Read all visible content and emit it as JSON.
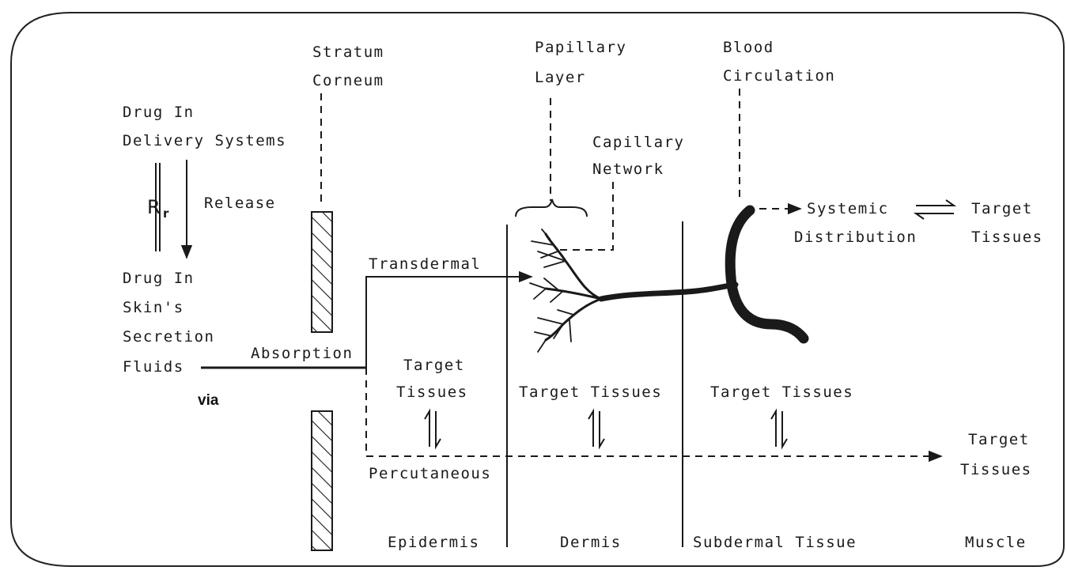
{
  "labels": {
    "stratum_corneum": [
      "Stratum",
      "Corneum"
    ],
    "papillary_layer": [
      "Papillary",
      "Layer"
    ],
    "blood_circulation": [
      "Blood",
      "Circulation"
    ],
    "capillary_network": [
      "Capillary",
      "Network"
    ],
    "drug_in_delivery": [
      "Drug In",
      "Delivery Systems"
    ],
    "rate_symbol": "R",
    "rate_subscript": "r",
    "release": "Release",
    "drug_in_skin": [
      "Drug In",
      "Skin's",
      "Secretion",
      "Fluids"
    ],
    "via": "via",
    "absorption": "Absorption",
    "transdermal": "Transdermal",
    "percutaneous": "Percutaneous",
    "systemic_distribution": [
      "Systemic",
      "Distribution"
    ],
    "target_tissues_systemic": [
      "Target",
      "Tissues"
    ],
    "target_tissues_epidermis": [
      "Target",
      "Tissues"
    ],
    "target_tissues_dermis": "Target Tissues",
    "target_tissues_subdermal": "Target Tissues",
    "target_tissues_muscle": [
      "Target",
      "Tissues"
    ],
    "layers": {
      "epidermis": "Epidermis",
      "dermis": "Dermis",
      "subdermal": "Subdermal Tissue",
      "muscle": "Muscle"
    }
  }
}
